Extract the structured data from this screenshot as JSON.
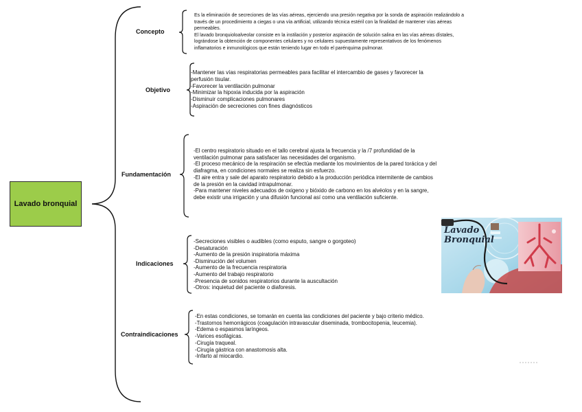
{
  "root": {
    "label": "Lavado bronquial"
  },
  "sections": [
    {
      "label": "Concepto",
      "lines": [
        "Es la eliminación de secreciones de las vías aéreas, ejerciendo una presión negativa por la sonda de aspiración realizándolo a",
        "través de un procedimiento a ciegas o una vía artificial, utilizando técnica estéril con la finalidad de mantener vías aéreas",
        "permeables.",
        "El lavado bronquioloalveolar consiste en la instilación y posterior aspiración de solución salina en las vías aéreas dístales,",
        "lográndose la obtención de componentes celulares y no celulares supuestamente representativos de los fenómenos",
        "inflamatorios e inmunológicos que están teniendo lugar en todo el parénquima pulmonar."
      ]
    },
    {
      "label": "Objetivo",
      "lines": [
        "-Mantener las vías respiratorias permeables para facilitar el intercambio de gases y favorecer la",
        "perfusión tisular.",
        "-Favorecer la ventilación pulmonar",
        "-Minimizar la hipoxia inducida por la aspiración",
        "-Disminuir complicaciones pulmonares",
        "-Aspiración de secreciones con fines diagnósticos"
      ]
    },
    {
      "label": "Fundamentación",
      "lines": [
        "-El centro respiratorio situado en el tallo cerebral ajusta la frecuencia y la /7 profundidad de la",
        "ventilación pulmonar para satisfacer las necesidades del organismo.",
        "-El proceso mecánico de la respiración se efectúa mediante los movimientos de la pared torácica y del",
        "diafragma, en condiciones normales se realiza sin esfuerzo.",
        "-El aire entra y sale del aparato respiratorio debido a la producción periódica intermitente de cambios",
        "de la presión en la cavidad intrapulmonar.",
        "-Para mantener niveles adecuados de oxigeno y bióxido de carbono en los alvéolos y en la sangre,",
        "debe existir una irrigación y una difusión funcional así como una ventilación suficiente."
      ]
    },
    {
      "label": "Indicaciones",
      "lines": [
        "-Secreciones visibles o audibles (como esputo, sangre o gorgoteo)",
        "-Desaturación",
        "-Aumento de la presión inspiratoria máxima",
        "-Disminución del volumen",
        "-Aumento de la frecuencia respiratoria",
        "-Aumento del trabajo respiratorio",
        "-Presencia de sonidos respiratorios durante la auscultación",
        "-Otros: inquietud del paciente o diaforesis."
      ]
    },
    {
      "label": "Contraindicaciones",
      "lines": [
        "-En estas condiciones, se tomarán en cuenta las condiciones del paciente y bajo criterio médico.",
        "-Trastornos hemorrágicos (coagulación intravascular diseminada, trombocitopenia, leucemia).",
        "-Edema o espasmos laríngeos.",
        "-Varices esofágicas.",
        "-Cirugía traqueal.",
        "-Cirugía gástrica con anastomosis alta.",
        "-Infarto al miocardio."
      ]
    }
  ],
  "image": {
    "title_line1": "Lavado",
    "title_line2": "Bronquial"
  }
}
